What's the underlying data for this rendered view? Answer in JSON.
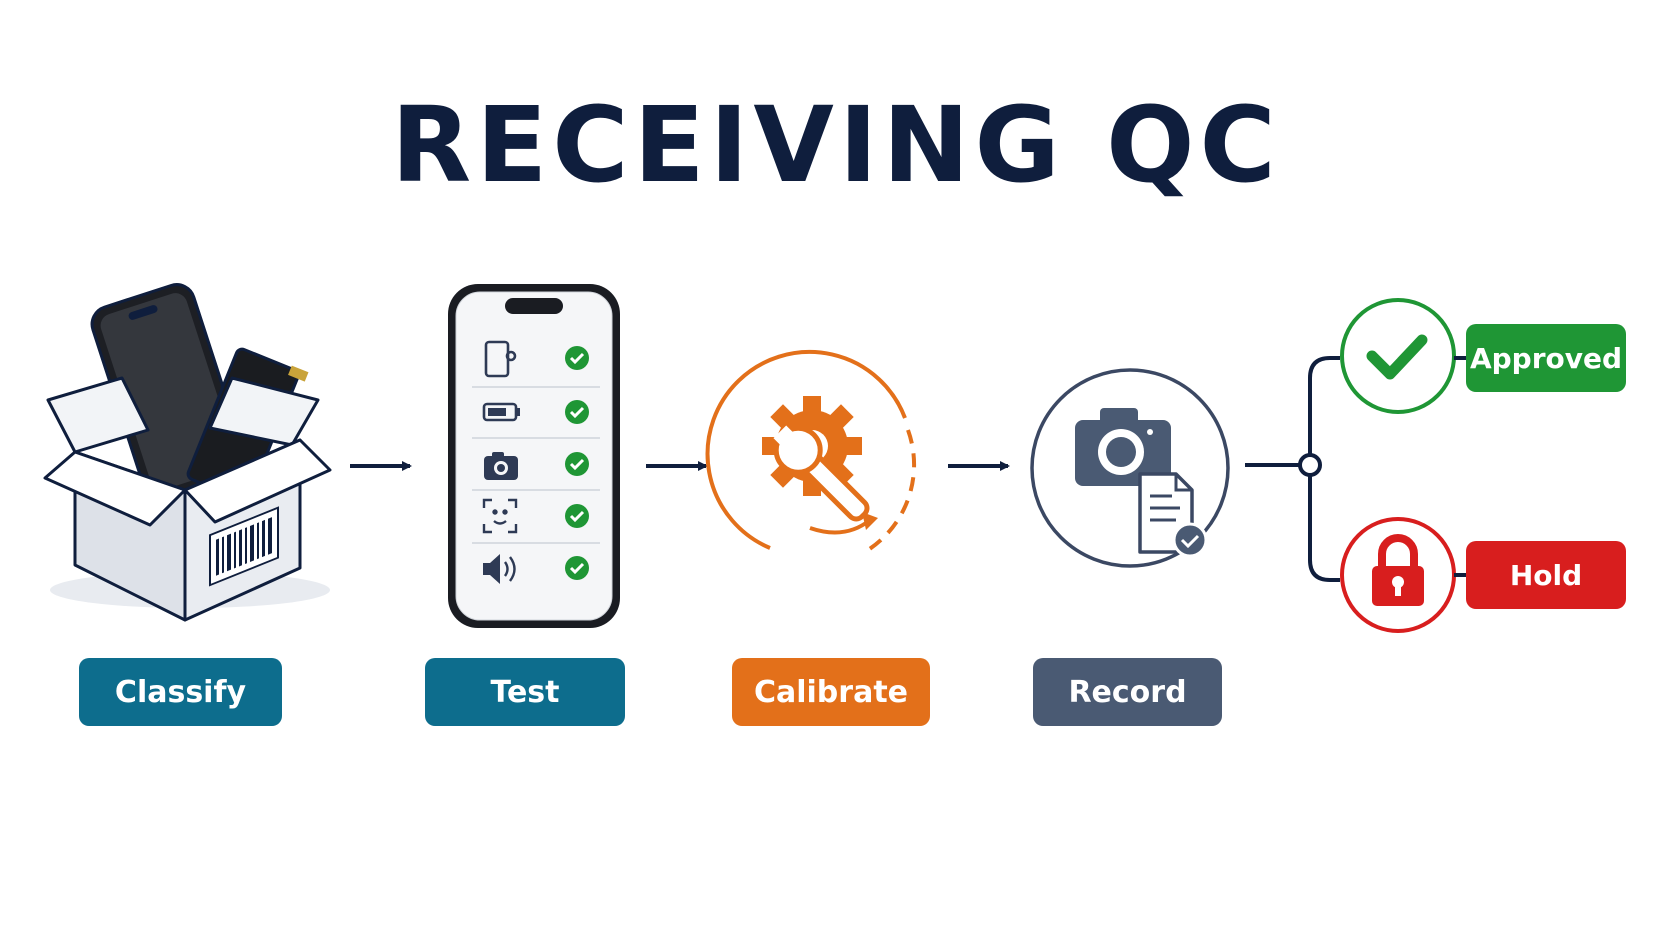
{
  "title": "RECEIVING QC",
  "steps": [
    {
      "label": "Classify",
      "icon": "open-box-with-phone-and-battery-icon"
    },
    {
      "label": "Test",
      "icon": "phone-test-checklist-icon"
    },
    {
      "label": "Calibrate",
      "icon": "gear-wrench-calibration-icon"
    },
    {
      "label": "Record",
      "icon": "camera-document-icon"
    }
  ],
  "outcomes": [
    {
      "label": "Approved",
      "icon": "checkmark-circle-icon"
    },
    {
      "label": "Hold",
      "icon": "padlock-circle-icon"
    }
  ],
  "colors": {
    "navy": "#0f1e3d",
    "teal": "#0d6d8d",
    "orange": "#e3701a",
    "slate": "#4a5a73",
    "green": "#1f9635",
    "red": "#d81e1e"
  }
}
